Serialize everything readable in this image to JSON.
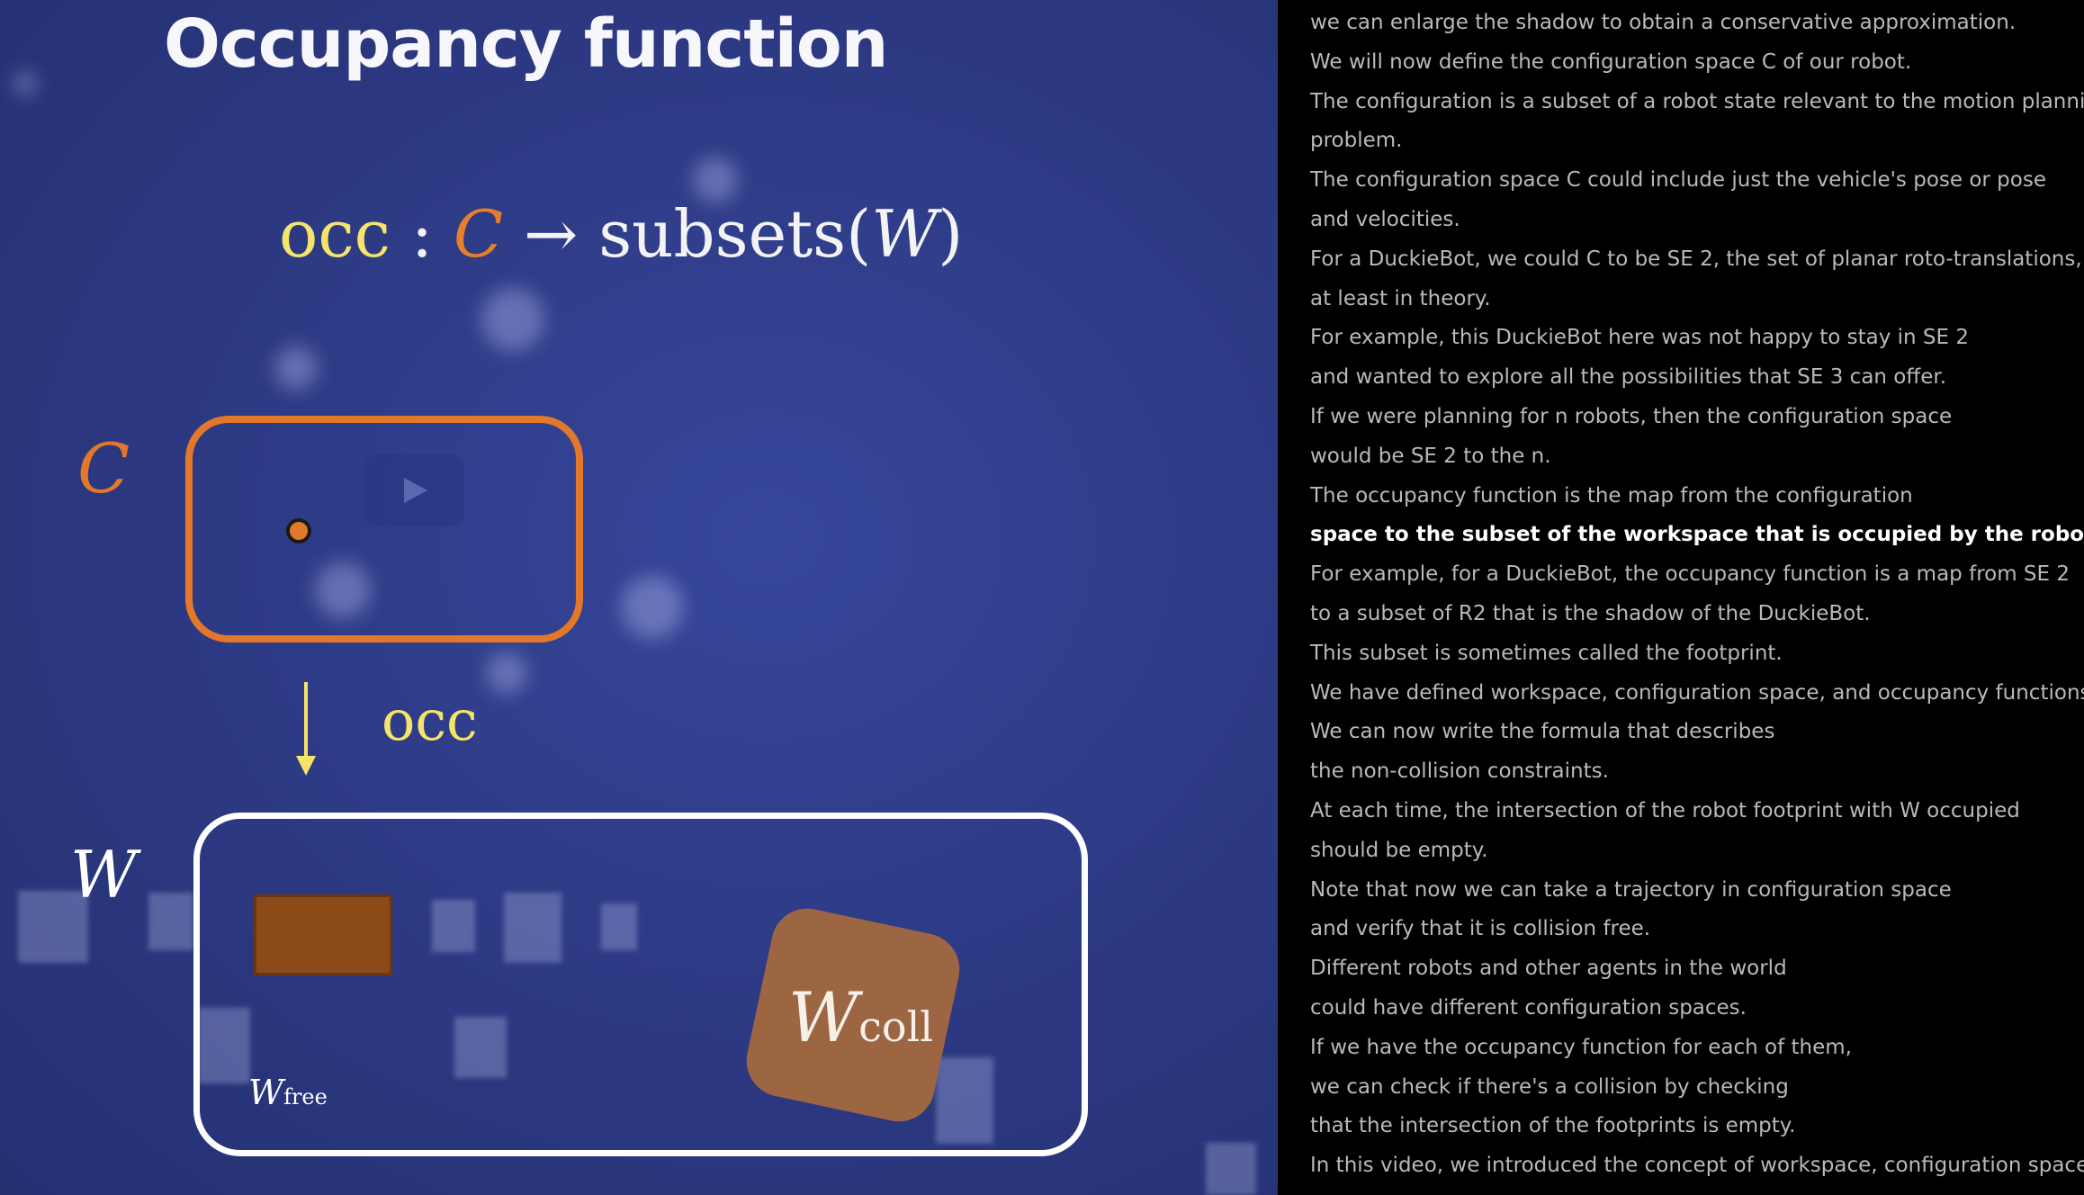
{
  "slide": {
    "title": "Occupancy function",
    "formula": {
      "occ": "occ",
      "colon": " : ",
      "C": "C",
      "arrow": " → ",
      "subsets_open": "subsets(",
      "W": "W",
      "close": ")"
    },
    "c_label": "C",
    "arrow_label": "occ",
    "w_label": "W",
    "w_free": {
      "main": "W",
      "sub": "free"
    },
    "w_coll": {
      "main": "W",
      "sub": "coll"
    },
    "colors": {
      "config_space": "#e3782a",
      "occ_yellow": "#f5e36a",
      "workspace_border": "#ffffff",
      "robot_footprint": "#8c4a18",
      "collision_region": "#9c6643",
      "background": "#2e3b86"
    }
  },
  "transcript": {
    "active_index": 13,
    "lines": [
      "we can enlarge the shadow to obtain a conservative approximation.",
      "We will now define the configuration space C of our robot.",
      "The configuration is a subset of a robot state relevant to the motion planning",
      "problem.",
      "The configuration space C could include just the vehicle's pose or pose",
      "and velocities.",
      "For a DuckieBot, we could C to be SE 2, the set of planar roto-translations,",
      "at least in theory.",
      "For example, this DuckieBot here was not happy to stay in SE 2",
      "and wanted to explore all the possibilities that SE 3 can offer.",
      "If we were planning for n robots, then the configuration space",
      "would be SE 2 to the n.",
      "The occupancy function is the map from the configuration",
      "space to the subset of the workspace that is occupied by the robot.",
      "For example, for a DuckieBot, the occupancy function is a map from SE 2",
      "to a subset of R2 that is the shadow of the DuckieBot.",
      "This subset is sometimes called the footprint.",
      "We have defined workspace, configuration space, and occupancy functions.",
      "We can now write the formula that describes",
      "the non-collision constraints.",
      "At each time, the intersection of the robot footprint with W occupied",
      "should be empty.",
      "Note that now we can take a trajectory in configuration space",
      "and verify that it is collision free.",
      "Different robots and other agents in the world",
      "could have different configuration spaces.",
      "If we have the occupancy function for each of them,",
      "we can check if there's a collision by checking",
      "that the intersection of the footprints is empty.",
      "In this video, we introduced the concept of workspace, configuration space,"
    ]
  }
}
